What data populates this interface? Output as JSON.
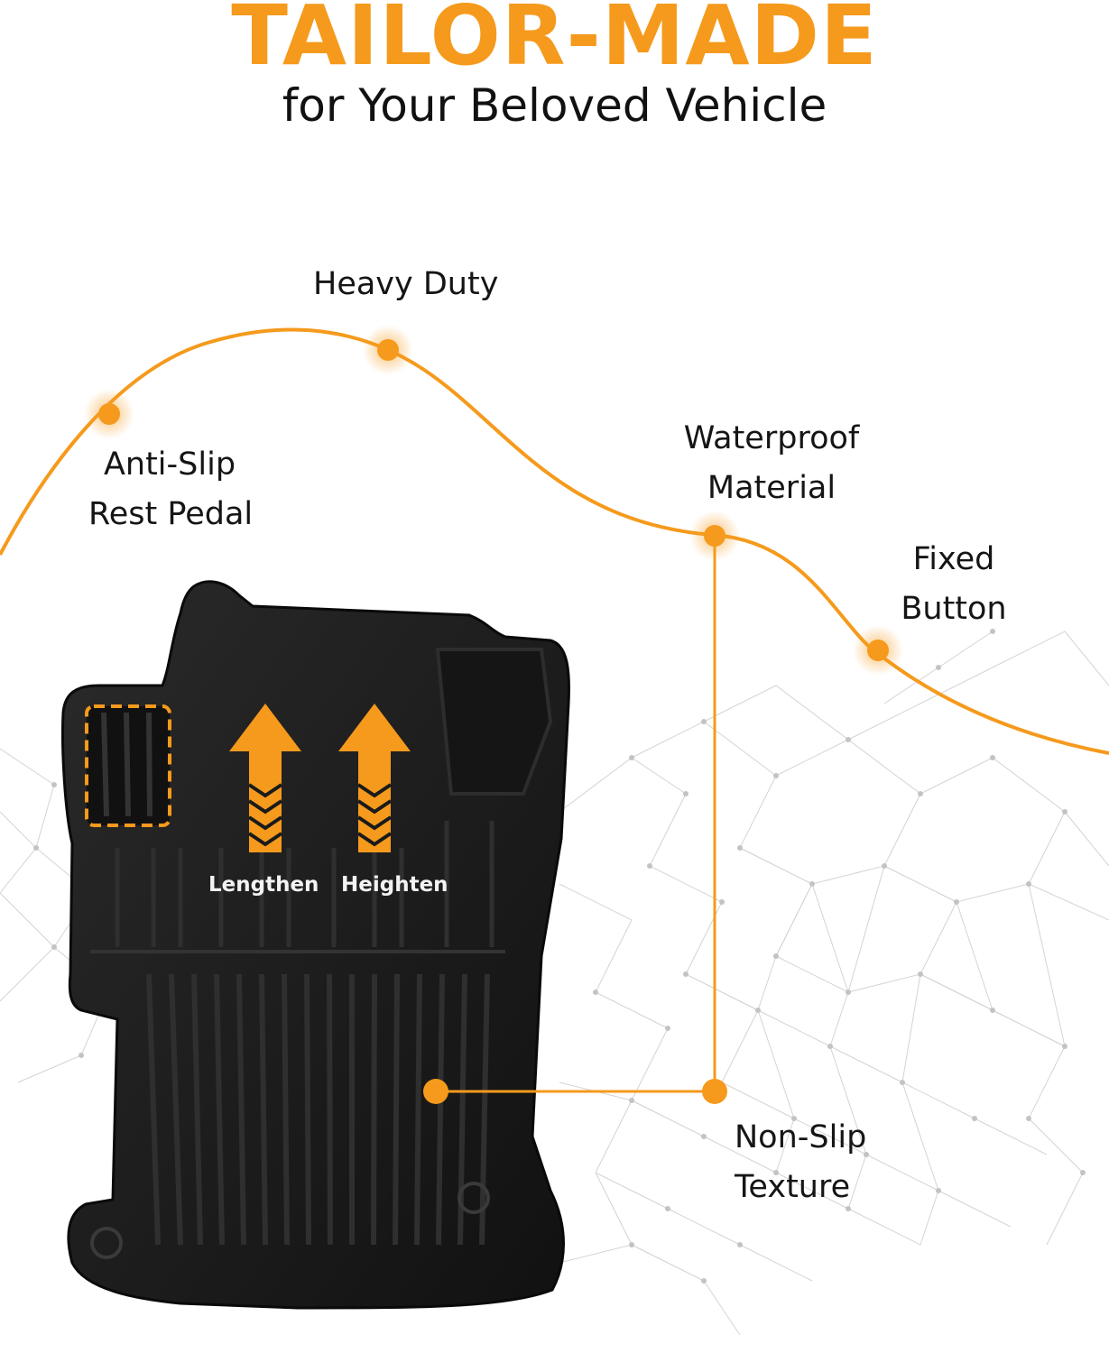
{
  "header": {
    "title": "TAILOR-MADE",
    "subtitle": "for Your Beloved Vehicle"
  },
  "features": {
    "heavy_duty": "Heavy Duty",
    "anti_slip_line1": "Anti-Slip",
    "anti_slip_line2": "Rest Pedal",
    "waterproof_line1": "Waterproof",
    "waterproof_line2": "Material",
    "fixed_line1": "Fixed",
    "fixed_line2": "Button",
    "nonslip_line1": "Non-Slip",
    "nonslip_line2": "Texture"
  },
  "mat_labels": {
    "lengthen": "Lengthen",
    "heighten": "Heighten"
  },
  "colors": {
    "accent": "#f59a1c",
    "mat": "#1c1c1c",
    "text": "#151515"
  }
}
